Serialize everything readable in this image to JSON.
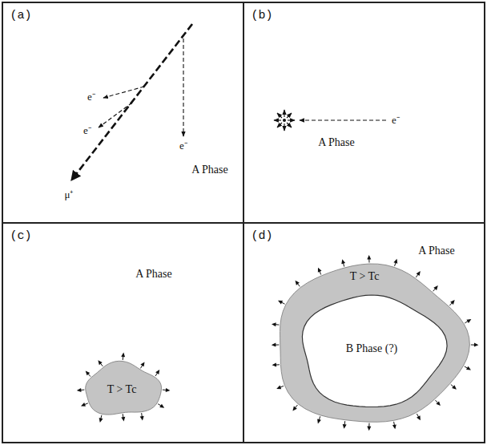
{
  "diagram": {
    "nodes": [
      {
        "text": [
          "(a)",
          "A Phase"
        ]
      },
      {
        "text": [
          "(b)",
          "A Phase"
        ]
      },
      {
        "text": [
          "(c)",
          "A Phase"
        ]
      },
      {
        "text": [
          "T > Tc"
        ],
        "in": 2
      },
      {
        "text": [
          "(d)",
          "A Phase"
        ]
      },
      {
        "text": [
          "T > Tc"
        ],
        "in": 4
      },
      {
        "text": [
          "B Phase (?)"
        ],
        "in": 5
      }
    ],
    "labels": [
      "e⁻",
      "e⁻",
      "e⁻",
      "μ⁺",
      "e⁻"
    ]
  }
}
